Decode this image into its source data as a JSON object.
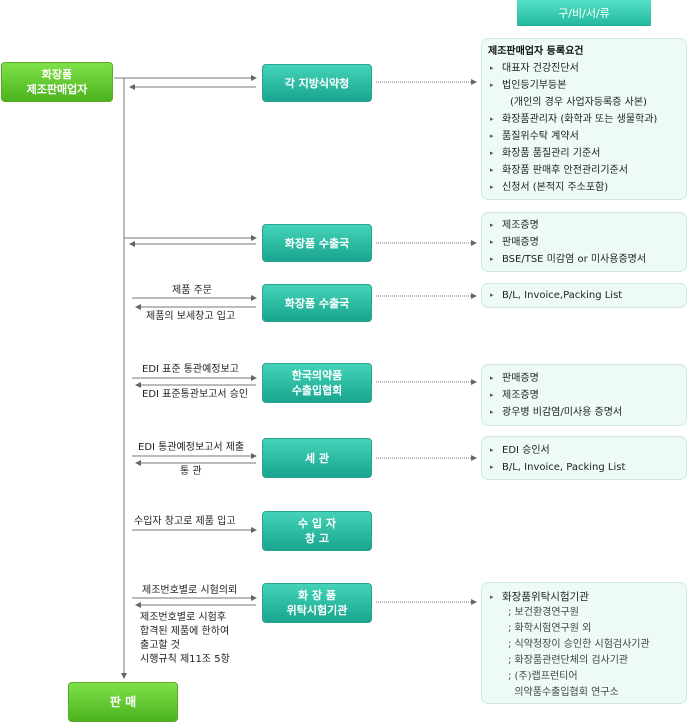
{
  "header": "구/비/서/류",
  "left_box": "화장품\n제조판매업자",
  "sale_box": "판    매",
  "center_boxes": [
    "각 지방식약청",
    "화장품 수출국",
    "화장품 수출국",
    "한국의약품\n수출입협회",
    "세      관",
    "수  입  자\n창      고",
    "화  장  품\n위탁시험기관"
  ],
  "flow_labels": {
    "order_top": "제품 주문",
    "order_bottom": "제품의 보세창고 입고",
    "edi1_top": "EDI 표준 통관예정보고",
    "edi1_bottom": "EDI 표준통관보고서 승인",
    "edi2_top": "EDI 통관예정보고서 제출",
    "edi2_bottom": "통    관",
    "importer_top": "수입자 창고로 제품 입고",
    "test_top": "제조번호별로 시험의뢰",
    "test_bottom": "제조번호별로 시험후\n합격된 제품에 한하여\n출고할 것\n시행규칙 제11조 5항"
  },
  "panels": {
    "p1": {
      "title": "제조판매업자 등록요건",
      "items": [
        "대표자 건강진단서",
        "법인등기부등본",
        "화장품관리자 (화학과 또는 생물학과)",
        "품질위수탁 계약서",
        "화장품 품질관리 기준서",
        "화장품 판매후 안전관리기준서",
        "신청서 (본적지 주소포함)"
      ],
      "note": "(개인의 경우 사업자등록증 사본)"
    },
    "p2": {
      "items": [
        "제조증명",
        "판매증명",
        "BSE/TSE 미감염 or 미사용증명서"
      ]
    },
    "p3": {
      "items": [
        "B/L, Invoice,Packing List"
      ]
    },
    "p4": {
      "items": [
        "판매증명",
        "제조증명",
        "광우병 비감염/미사용 증명서"
      ]
    },
    "p5": {
      "items": [
        "EDI 승인서",
        "B/L, Invoice, Packing List"
      ]
    },
    "p6": {
      "items": [
        "화장품위탁시험기관"
      ],
      "subs": [
        "; 보건환경연구원",
        "; 화학시험연구원 외",
        "; 식약청장이 승인한 시험검사기관",
        "; 화장품관련단체의 검사기관",
        "; (주)랩프런티어",
        "  의약품수출입협회 연구소"
      ]
    }
  }
}
